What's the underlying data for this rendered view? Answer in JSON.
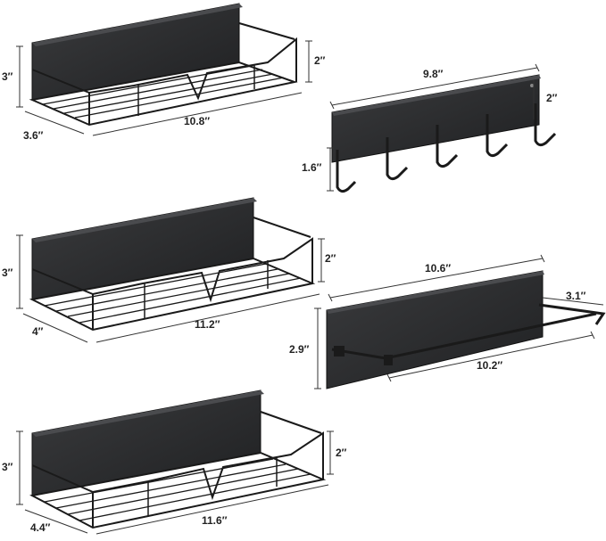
{
  "colors": {
    "product": "#2c2d2f",
    "product_edge": "#111214",
    "dimension_line": "#333333",
    "background": "#ffffff"
  },
  "products": [
    {
      "name": "spice-shelf-small",
      "dims": {
        "height": "3″",
        "depth": "3.6″",
        "length": "10.8″",
        "rail": "2″"
      }
    },
    {
      "name": "key-hook-rack",
      "dims": {
        "length": "9.8″",
        "top_height": "2″",
        "hook_height": "1.6″"
      }
    },
    {
      "name": "spice-shelf-medium",
      "dims": {
        "height": "3″",
        "depth": "4″",
        "length": "11.2″",
        "rail": "2″"
      }
    },
    {
      "name": "paper-towel-holder",
      "dims": {
        "top_length": "10.6″",
        "arm": "3.1″",
        "height": "2.9″",
        "bottom_length": "10.2″"
      }
    },
    {
      "name": "spice-shelf-large",
      "dims": {
        "height": "3″",
        "depth": "4.4″",
        "length": "11.6″",
        "rail": "2″"
      }
    }
  ]
}
